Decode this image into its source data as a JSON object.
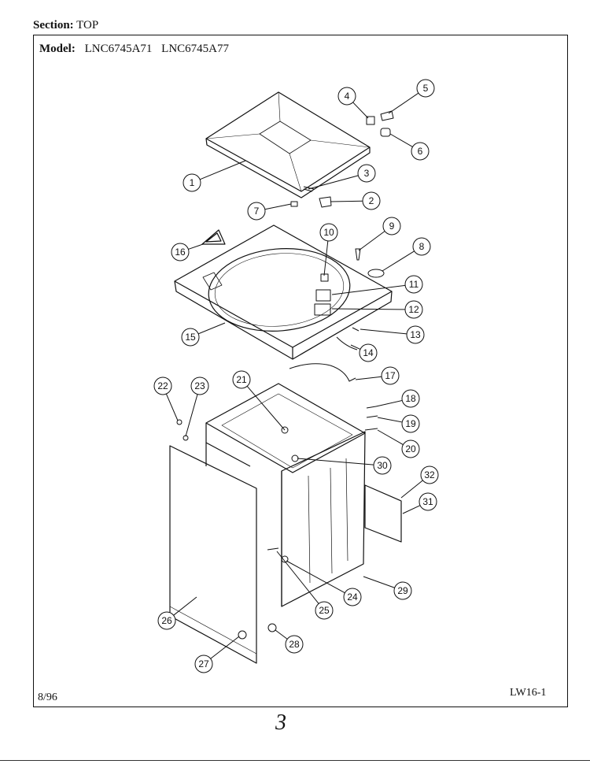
{
  "header": {
    "section_label": "Section:",
    "section_value": "TOP",
    "model_label": "Model:",
    "models": [
      "LNC6745A71",
      "LNC6745A77"
    ]
  },
  "footer": {
    "date": "8/96",
    "page_code": "LW16-1",
    "handwritten_number": "3"
  },
  "callouts": [
    "1",
    "2",
    "3",
    "4",
    "5",
    "6",
    "7",
    "8",
    "9",
    "10",
    "11",
    "12",
    "13",
    "14",
    "15",
    "16",
    "17",
    "18",
    "19",
    "20",
    "21",
    "22",
    "23",
    "24",
    "25",
    "26",
    "27",
    "28",
    "29",
    "30",
    "31",
    "32"
  ]
}
